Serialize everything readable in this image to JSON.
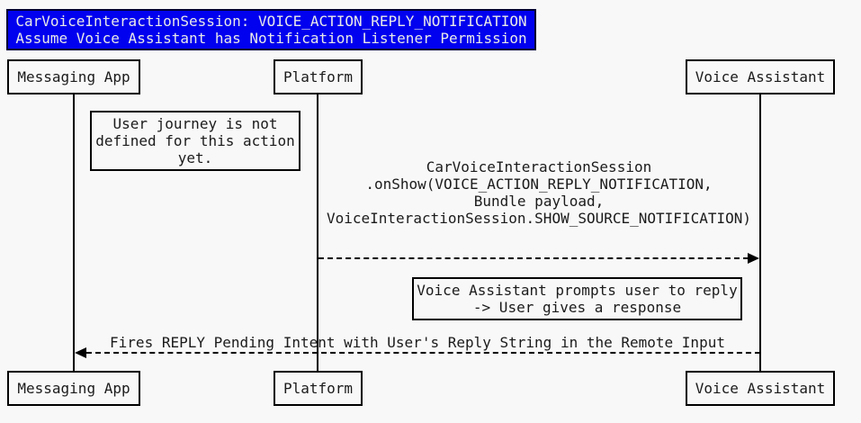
{
  "colors": {
    "background": "#F8F8F8",
    "title_background": "#0101EF",
    "title_text": "#E9E9E9",
    "border": "#000000",
    "text": "#1B1B1B"
  },
  "title": {
    "lines": [
      "CarVoiceInteractionSession: VOICE_ACTION_REPLY_NOTIFICATION",
      "Assume Voice Assistant has Notification Listener Permission"
    ]
  },
  "actors": {
    "messaging_app": "Messaging App",
    "platform": "Platform",
    "voice_assistant": "Voice Assistant"
  },
  "notes": {
    "user_journey": {
      "lines": [
        "User journey is not",
        "defined for this action",
        "yet."
      ]
    },
    "prompt": {
      "lines": [
        "Voice Assistant prompts user to reply",
        "-> User gives a response"
      ]
    }
  },
  "messages": {
    "onshow": {
      "from": "Platform",
      "to": "Voice Assistant",
      "lines": [
        "CarVoiceInteractionSession",
        ".onShow(VOICE_ACTION_REPLY_NOTIFICATION,",
        "Bundle payload,",
        "VoiceInteractionSession.SHOW_SOURCE_NOTIFICATION)"
      ]
    },
    "reply": {
      "from": "Voice Assistant",
      "to": "Messaging App",
      "lines": [
        "Fires REPLY Pending Intent with User's Reply String in the Remote Input"
      ]
    }
  }
}
